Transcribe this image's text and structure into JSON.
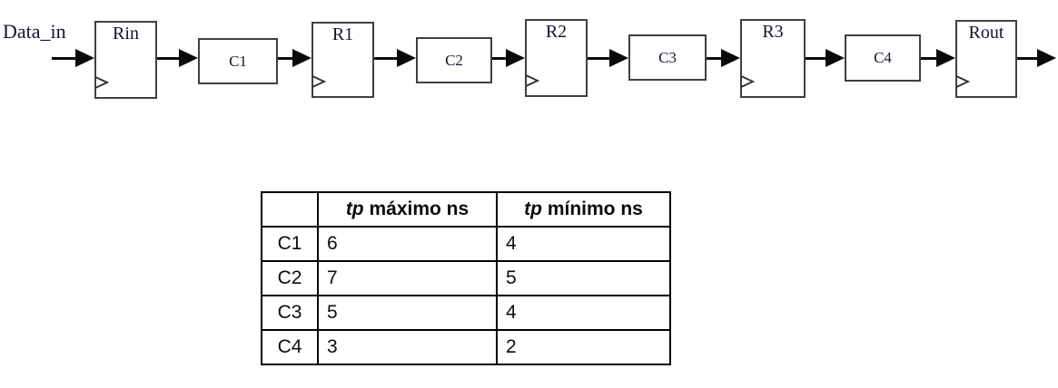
{
  "diagram": {
    "input_label": "Data_in",
    "registers": [
      {
        "label": "Rin"
      },
      {
        "label": "R1"
      },
      {
        "label": "R2"
      },
      {
        "label": "R3"
      },
      {
        "label": "Rout"
      }
    ],
    "comb_blocks": [
      {
        "label": "C1"
      },
      {
        "label": "C2"
      },
      {
        "label": "C3"
      },
      {
        "label": "C4"
      }
    ]
  },
  "table": {
    "header": {
      "col0": "",
      "tp_label": "tp",
      "max_rest": " máximo ns",
      "min_rest": " mínimo ns"
    },
    "rows": [
      {
        "name": "C1",
        "tp_max": "6",
        "tp_min": "4"
      },
      {
        "name": "C2",
        "tp_max": "7",
        "tp_min": "5"
      },
      {
        "name": "C3",
        "tp_max": "5",
        "tp_min": "4"
      },
      {
        "name": "C4",
        "tp_max": "3",
        "tp_min": "2"
      }
    ]
  },
  "colors": {
    "box_border": "#404040",
    "arrow": "#0a0a0a",
    "table_border": "#000000",
    "diagram_text": "#14142e"
  }
}
